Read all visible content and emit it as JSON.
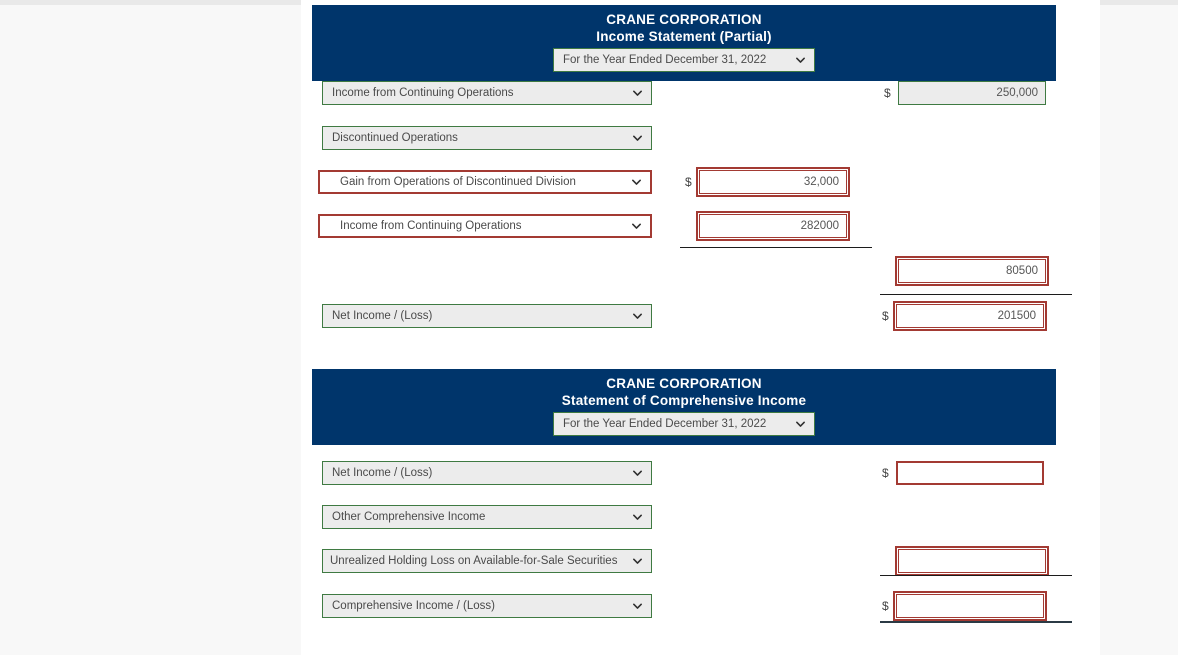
{
  "colors": {
    "header_blue": "#00356b",
    "ok_border_green": "#3f7a42",
    "error_border_red": "#a33a33",
    "field_gray": "#ececec",
    "page_gray": "#f8f8f8"
  },
  "icons": {
    "chevron": "chevron-down-icon",
    "dollar": "$"
  },
  "statements": [
    {
      "id": "income-statement-partial",
      "company": "CRANE CORPORATION",
      "title": "Income Statement (Partial)",
      "period": "For the Year Ended December 31, 2022",
      "rows": [
        {
          "label": "Income from Continuing Operations",
          "label_state": "ok",
          "amount": "250,000",
          "amount_state": "ok",
          "amount_col": "right",
          "dollar": true
        },
        {
          "label": "Discontinued Operations",
          "label_state": "ok",
          "amount": null,
          "amount_state": null,
          "amount_col": null,
          "dollar": false
        },
        {
          "label": "Gain from Operations of Discontinued Division",
          "label_state": "error",
          "amount": "32,000",
          "amount_state": "error",
          "amount_col": "mid",
          "dollar": true
        },
        {
          "label": "Income from Continuing Operations",
          "label_state": "error",
          "amount": "282000",
          "amount_state": "error",
          "amount_col": "mid",
          "dollar": false
        },
        {
          "label": null,
          "label_state": null,
          "amount": "80500",
          "amount_state": "error",
          "amount_col": "right",
          "dollar": false
        },
        {
          "label": "Net Income / (Loss)",
          "label_state": "ok",
          "amount": "201500",
          "amount_state": "error",
          "amount_col": "right",
          "dollar": true
        }
      ]
    },
    {
      "id": "statement-of-comprehensive-income",
      "company": "CRANE CORPORATION",
      "title": "Statement of Comprehensive Income",
      "period": "For the Year Ended December 31, 2022",
      "rows": [
        {
          "label": "Net Income / (Loss)",
          "label_state": "ok",
          "amount": "",
          "amount_state": "error-single",
          "amount_col": "right",
          "dollar": true
        },
        {
          "label": "Other Comprehensive Income",
          "label_state": "ok",
          "amount": null,
          "amount_state": null,
          "amount_col": null,
          "dollar": false
        },
        {
          "label": "Unrealized Holding Loss on Available-for-Sale Securities",
          "label_state": "ok",
          "amount": "",
          "amount_state": "error",
          "amount_col": "right",
          "dollar": false
        },
        {
          "label": "Comprehensive Income / (Loss)",
          "label_state": "ok",
          "amount": "",
          "amount_state": "error",
          "amount_col": "right",
          "dollar": true
        }
      ]
    }
  ]
}
